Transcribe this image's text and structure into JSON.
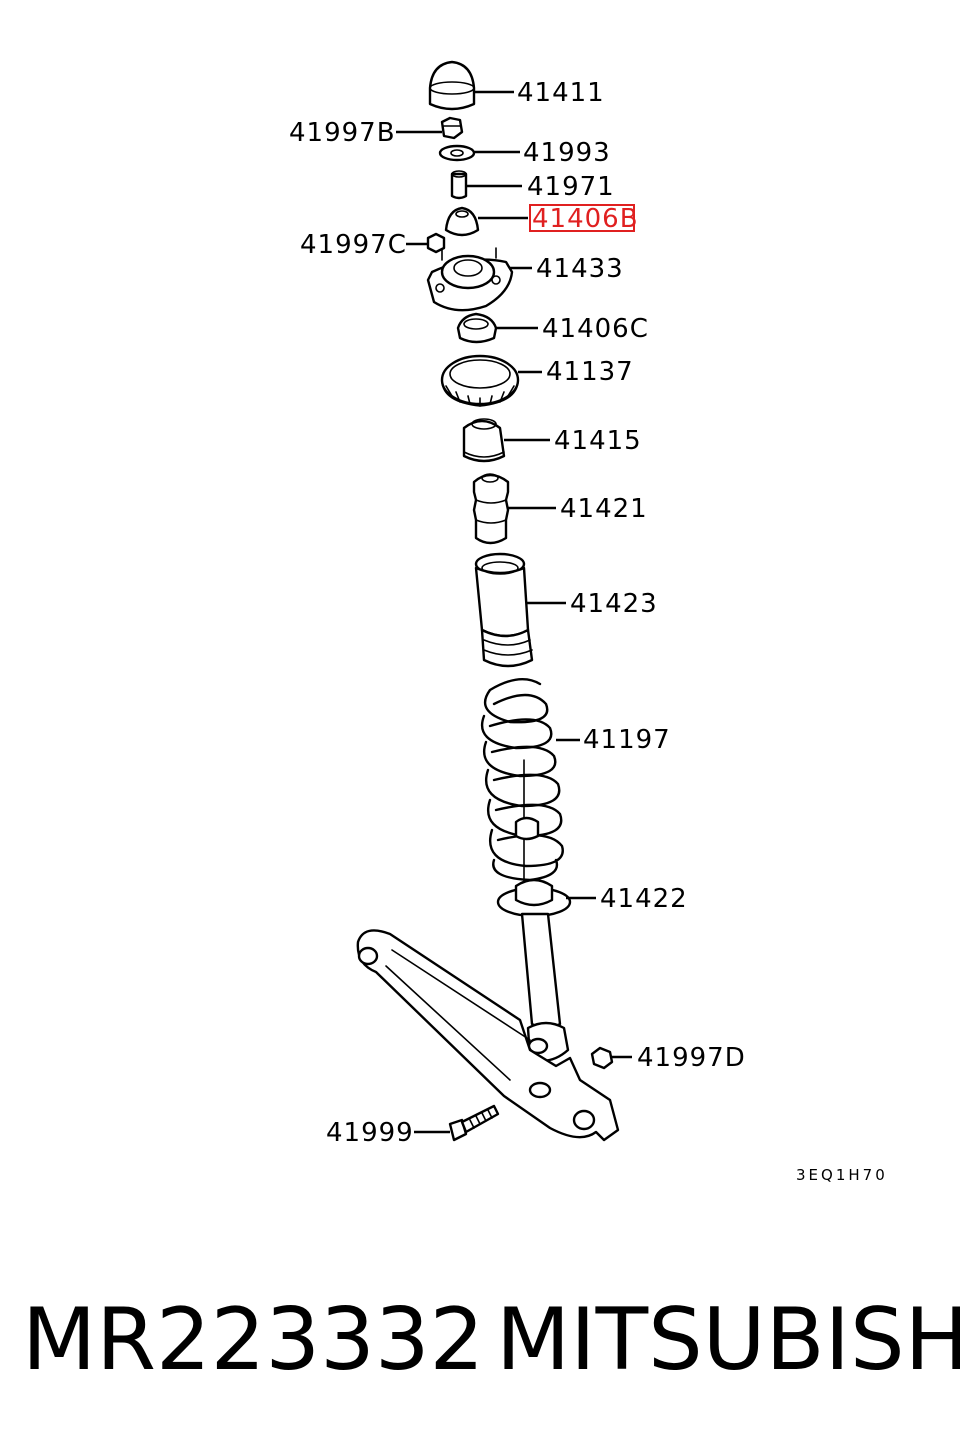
{
  "diagram": {
    "parts": [
      {
        "key": "41411",
        "label": "41411",
        "highlighted": false
      },
      {
        "key": "41997B",
        "label": "41997B",
        "highlighted": false
      },
      {
        "key": "41993",
        "label": "41993",
        "highlighted": false
      },
      {
        "key": "41971",
        "label": "41971",
        "highlighted": false
      },
      {
        "key": "41406B",
        "label": "41406B",
        "highlighted": true
      },
      {
        "key": "41997C",
        "label": "41997C",
        "highlighted": false
      },
      {
        "key": "41433",
        "label": "41433",
        "highlighted": false
      },
      {
        "key": "41406C",
        "label": "41406C",
        "highlighted": false
      },
      {
        "key": "41137",
        "label": "41137",
        "highlighted": false
      },
      {
        "key": "41415",
        "label": "41415",
        "highlighted": false
      },
      {
        "key": "41421",
        "label": "41421",
        "highlighted": false
      },
      {
        "key": "41423",
        "label": "41423",
        "highlighted": false
      },
      {
        "key": "41197",
        "label": "41197",
        "highlighted": false
      },
      {
        "key": "41422",
        "label": "41422",
        "highlighted": false
      },
      {
        "key": "41997D",
        "label": "41997D",
        "highlighted": false
      },
      {
        "key": "41999",
        "label": "41999",
        "highlighted": false
      }
    ],
    "figure_code": "3EQ1H70",
    "highlight_color": "#e02020"
  },
  "footer": {
    "part_number": "MR223332",
    "brand": "MITSUBISHI"
  }
}
